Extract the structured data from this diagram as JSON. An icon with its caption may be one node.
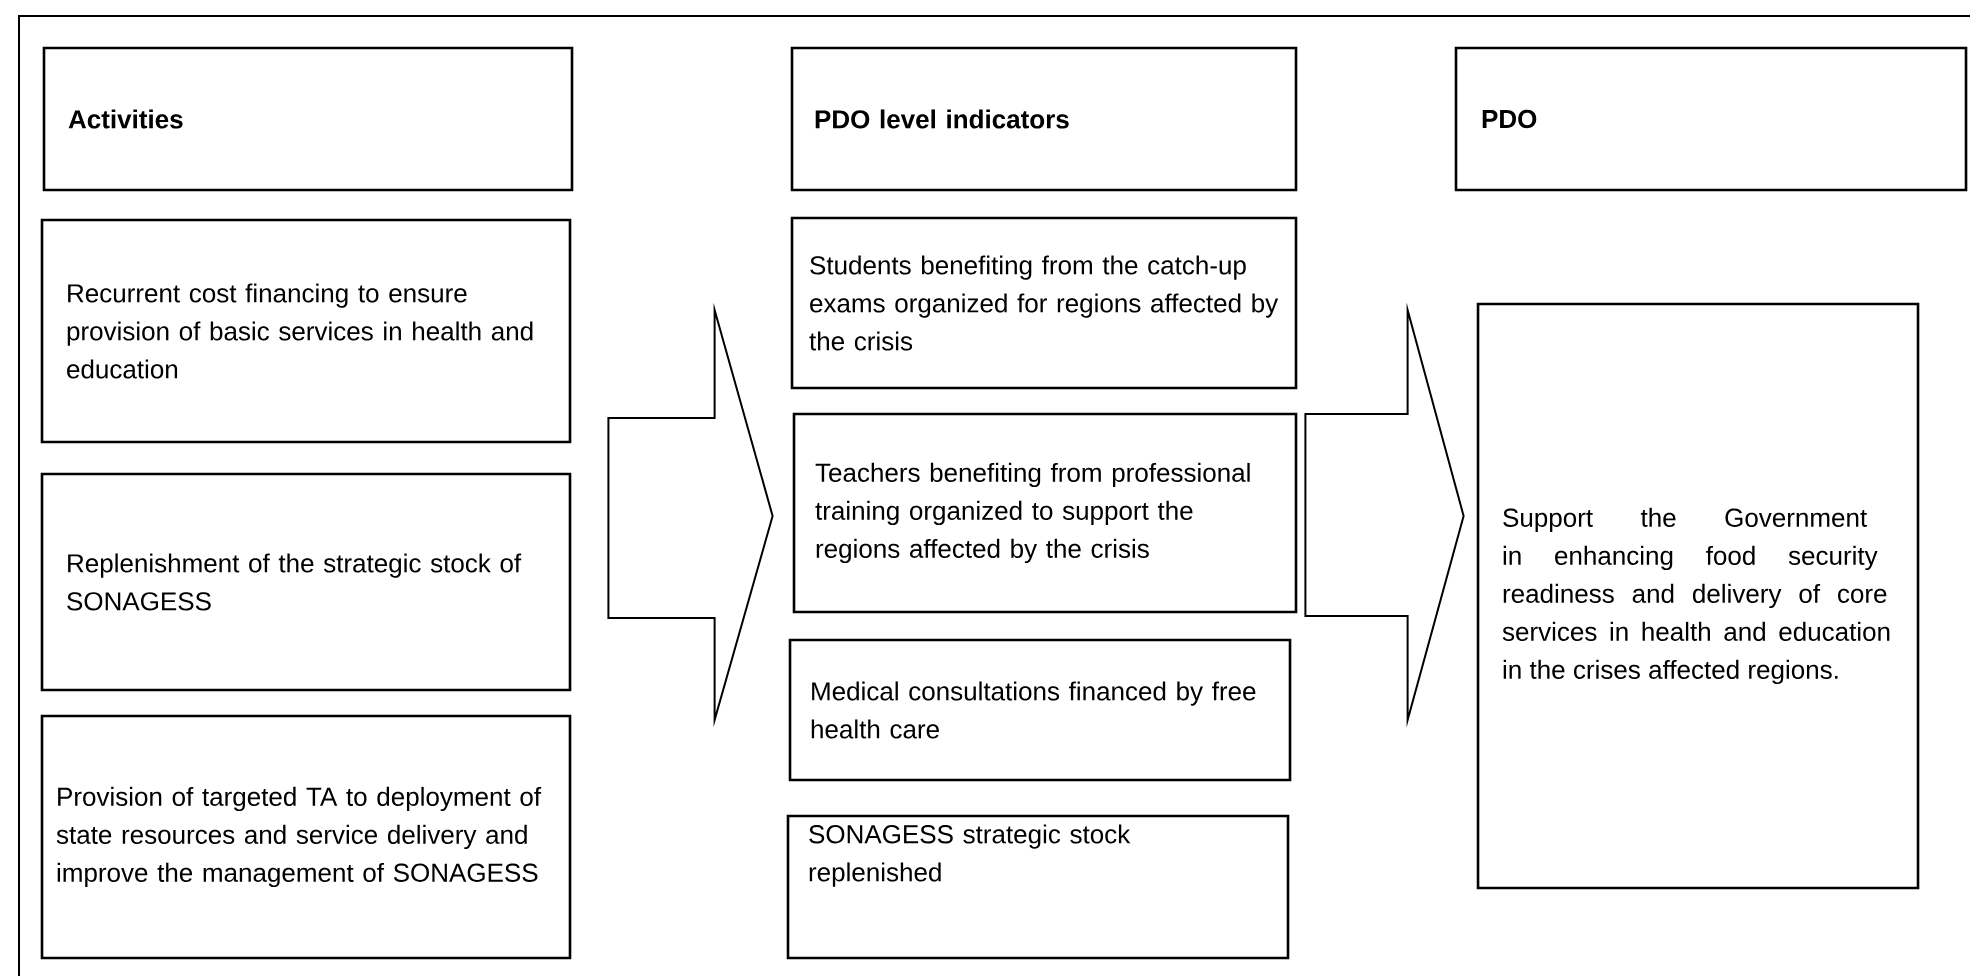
{
  "diagram": {
    "nodes": [
      {
        "text": [
          "Activities"
        ]
      },
      {
        "text": [
          "Recurrent cost financing to ensure provision of basic services in health and education"
        ]
      },
      {
        "text": [
          "Replenishment of the strategic stock of SONAGESS"
        ]
      },
      {
        "text": [
          "Provision of targeted TA to deployment of state resources and service delivery and improve the management of SONAGESS"
        ]
      },
      {
        "text": [
          "PDO level indicators"
        ]
      },
      {
        "text": [
          "Students benefiting from the catch-up exams organized for regions affected by the crisis"
        ]
      },
      {
        "text": [
          "Teachers benefiting from professional training organized to support the regions affected by the crisis"
        ]
      },
      {
        "text": [
          "Medical consultations financed by free health care"
        ]
      },
      {
        "text": [
          "SONAGESS strategic stock replenished"
        ]
      },
      {
        "text": [
          "PDO"
        ]
      },
      {
        "text": [
          "Support the Government in enhancing food security readiness and delivery of core services in health and education in the crises affected regions."
        ]
      }
    ],
    "edges": [
      {
        "from": 2,
        "to": 6,
        "arrow": "to"
      },
      {
        "from": 6,
        "to": 10,
        "arrow": "to"
      }
    ]
  }
}
